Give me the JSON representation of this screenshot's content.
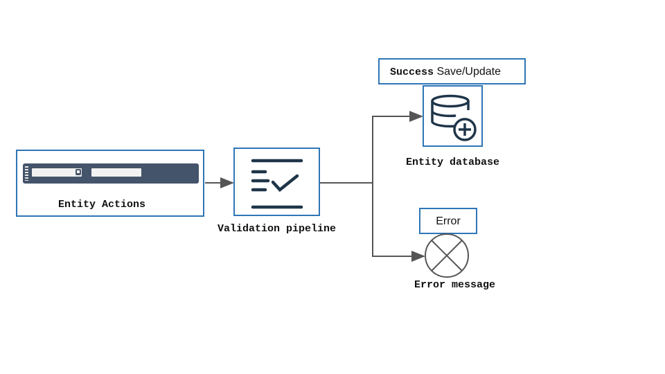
{
  "entity_actions": {
    "label": "Entity Actions"
  },
  "validation": {
    "label": "Validation pipeline"
  },
  "success": {
    "keyword": "Success",
    "text": "Save/Update"
  },
  "database": {
    "label": "Entity database"
  },
  "error": {
    "tag": "Error",
    "label": "Error message"
  },
  "colors": {
    "box_border": "#2e75b6",
    "icon": "#1f3549",
    "toolbar": "#44546a",
    "arrow": "#555555"
  }
}
